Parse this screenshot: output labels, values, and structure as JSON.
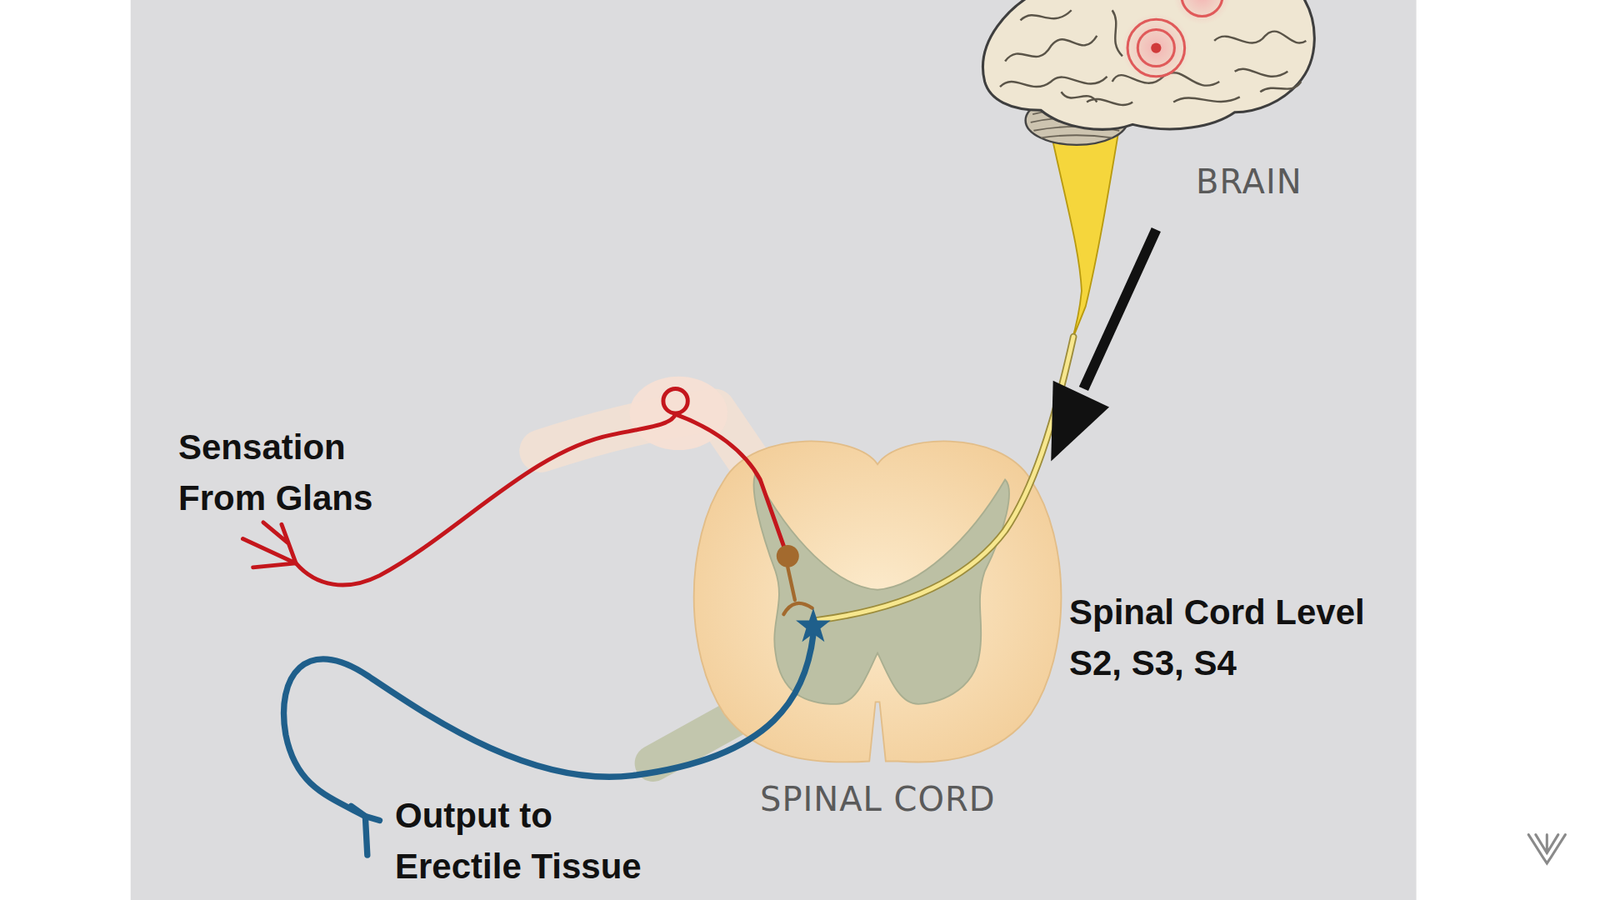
{
  "diagram": {
    "labels": [
      "Sensation From Glans",
      "Output to Erectile Tissue",
      "Spinal Cord Level S2, S3, S4",
      "BRAIN",
      "SPINAL CORD"
    ]
  }
}
